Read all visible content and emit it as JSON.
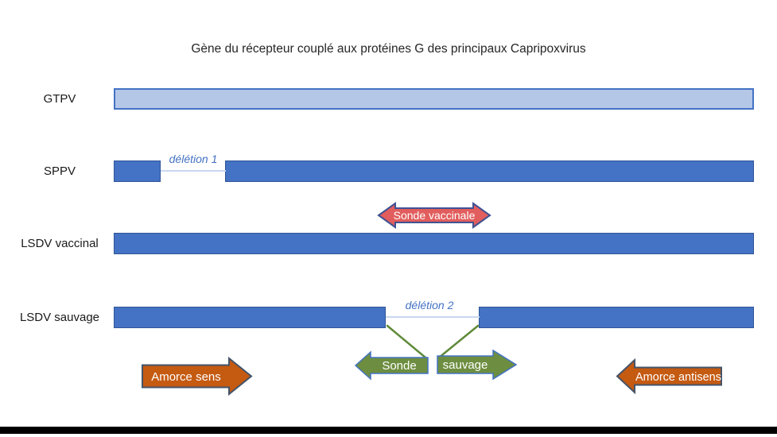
{
  "title": "Gène du récepteur couplé aux protéines G des principaux Capripoxvirus",
  "rows": [
    {
      "label": "GTPV"
    },
    {
      "label": "SPPV",
      "deletion": "délétion 1"
    },
    {
      "label": "LSDV vaccinal"
    },
    {
      "label": "LSDV sauvage",
      "deletion": "délétion 2"
    }
  ],
  "annotations": {
    "probe_vaccine": "Sonde vaccinale",
    "probe_wild_left": "Sonde",
    "probe_wild_right": "sauvage",
    "primer_forward": "Amorce sens",
    "primer_reverse": "Amorce antisens"
  },
  "colors": {
    "bar_blue": "#4472c4",
    "bar_blue_border": "#2f5597",
    "bar_light_blue": "#b4c7e7",
    "probe_vaccine_red": "#e25d5d",
    "probe_vaccine_border": "#3f5293",
    "probe_wild_green": "#6d8e40",
    "probe_wild_border": "#4472c4",
    "primer_orange": "#c55a11",
    "primer_border": "#44546a",
    "deletion_text_blue": "#4472c4",
    "deletion_line_light": "#c9d7ef",
    "connector_green": "#5f8a38"
  }
}
